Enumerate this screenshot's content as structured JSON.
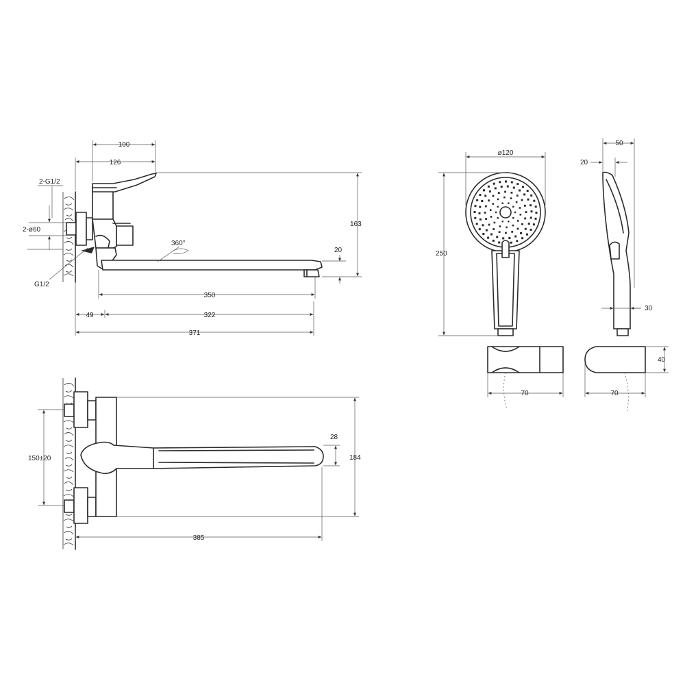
{
  "dimensions": {
    "d_100": "100",
    "d_126": "126",
    "d_2g12": "2-G1/2",
    "d_2o60": "2-ø60",
    "d_g12": "G1/2",
    "d_163": "163",
    "d_20_spout": "20",
    "d_360": "360°",
    "d_350": "350",
    "d_49": "49",
    "d_322": "322",
    "d_371": "371",
    "d_150": "150±20",
    "d_28": "28",
    "d_184": "184",
    "d_385": "385",
    "d_o120": "ø120",
    "d_250": "250",
    "d_70_front": "70",
    "d_50": "50",
    "d_20_side": "20",
    "d_30": "30",
    "d_40": "40",
    "d_70_side": "70"
  }
}
